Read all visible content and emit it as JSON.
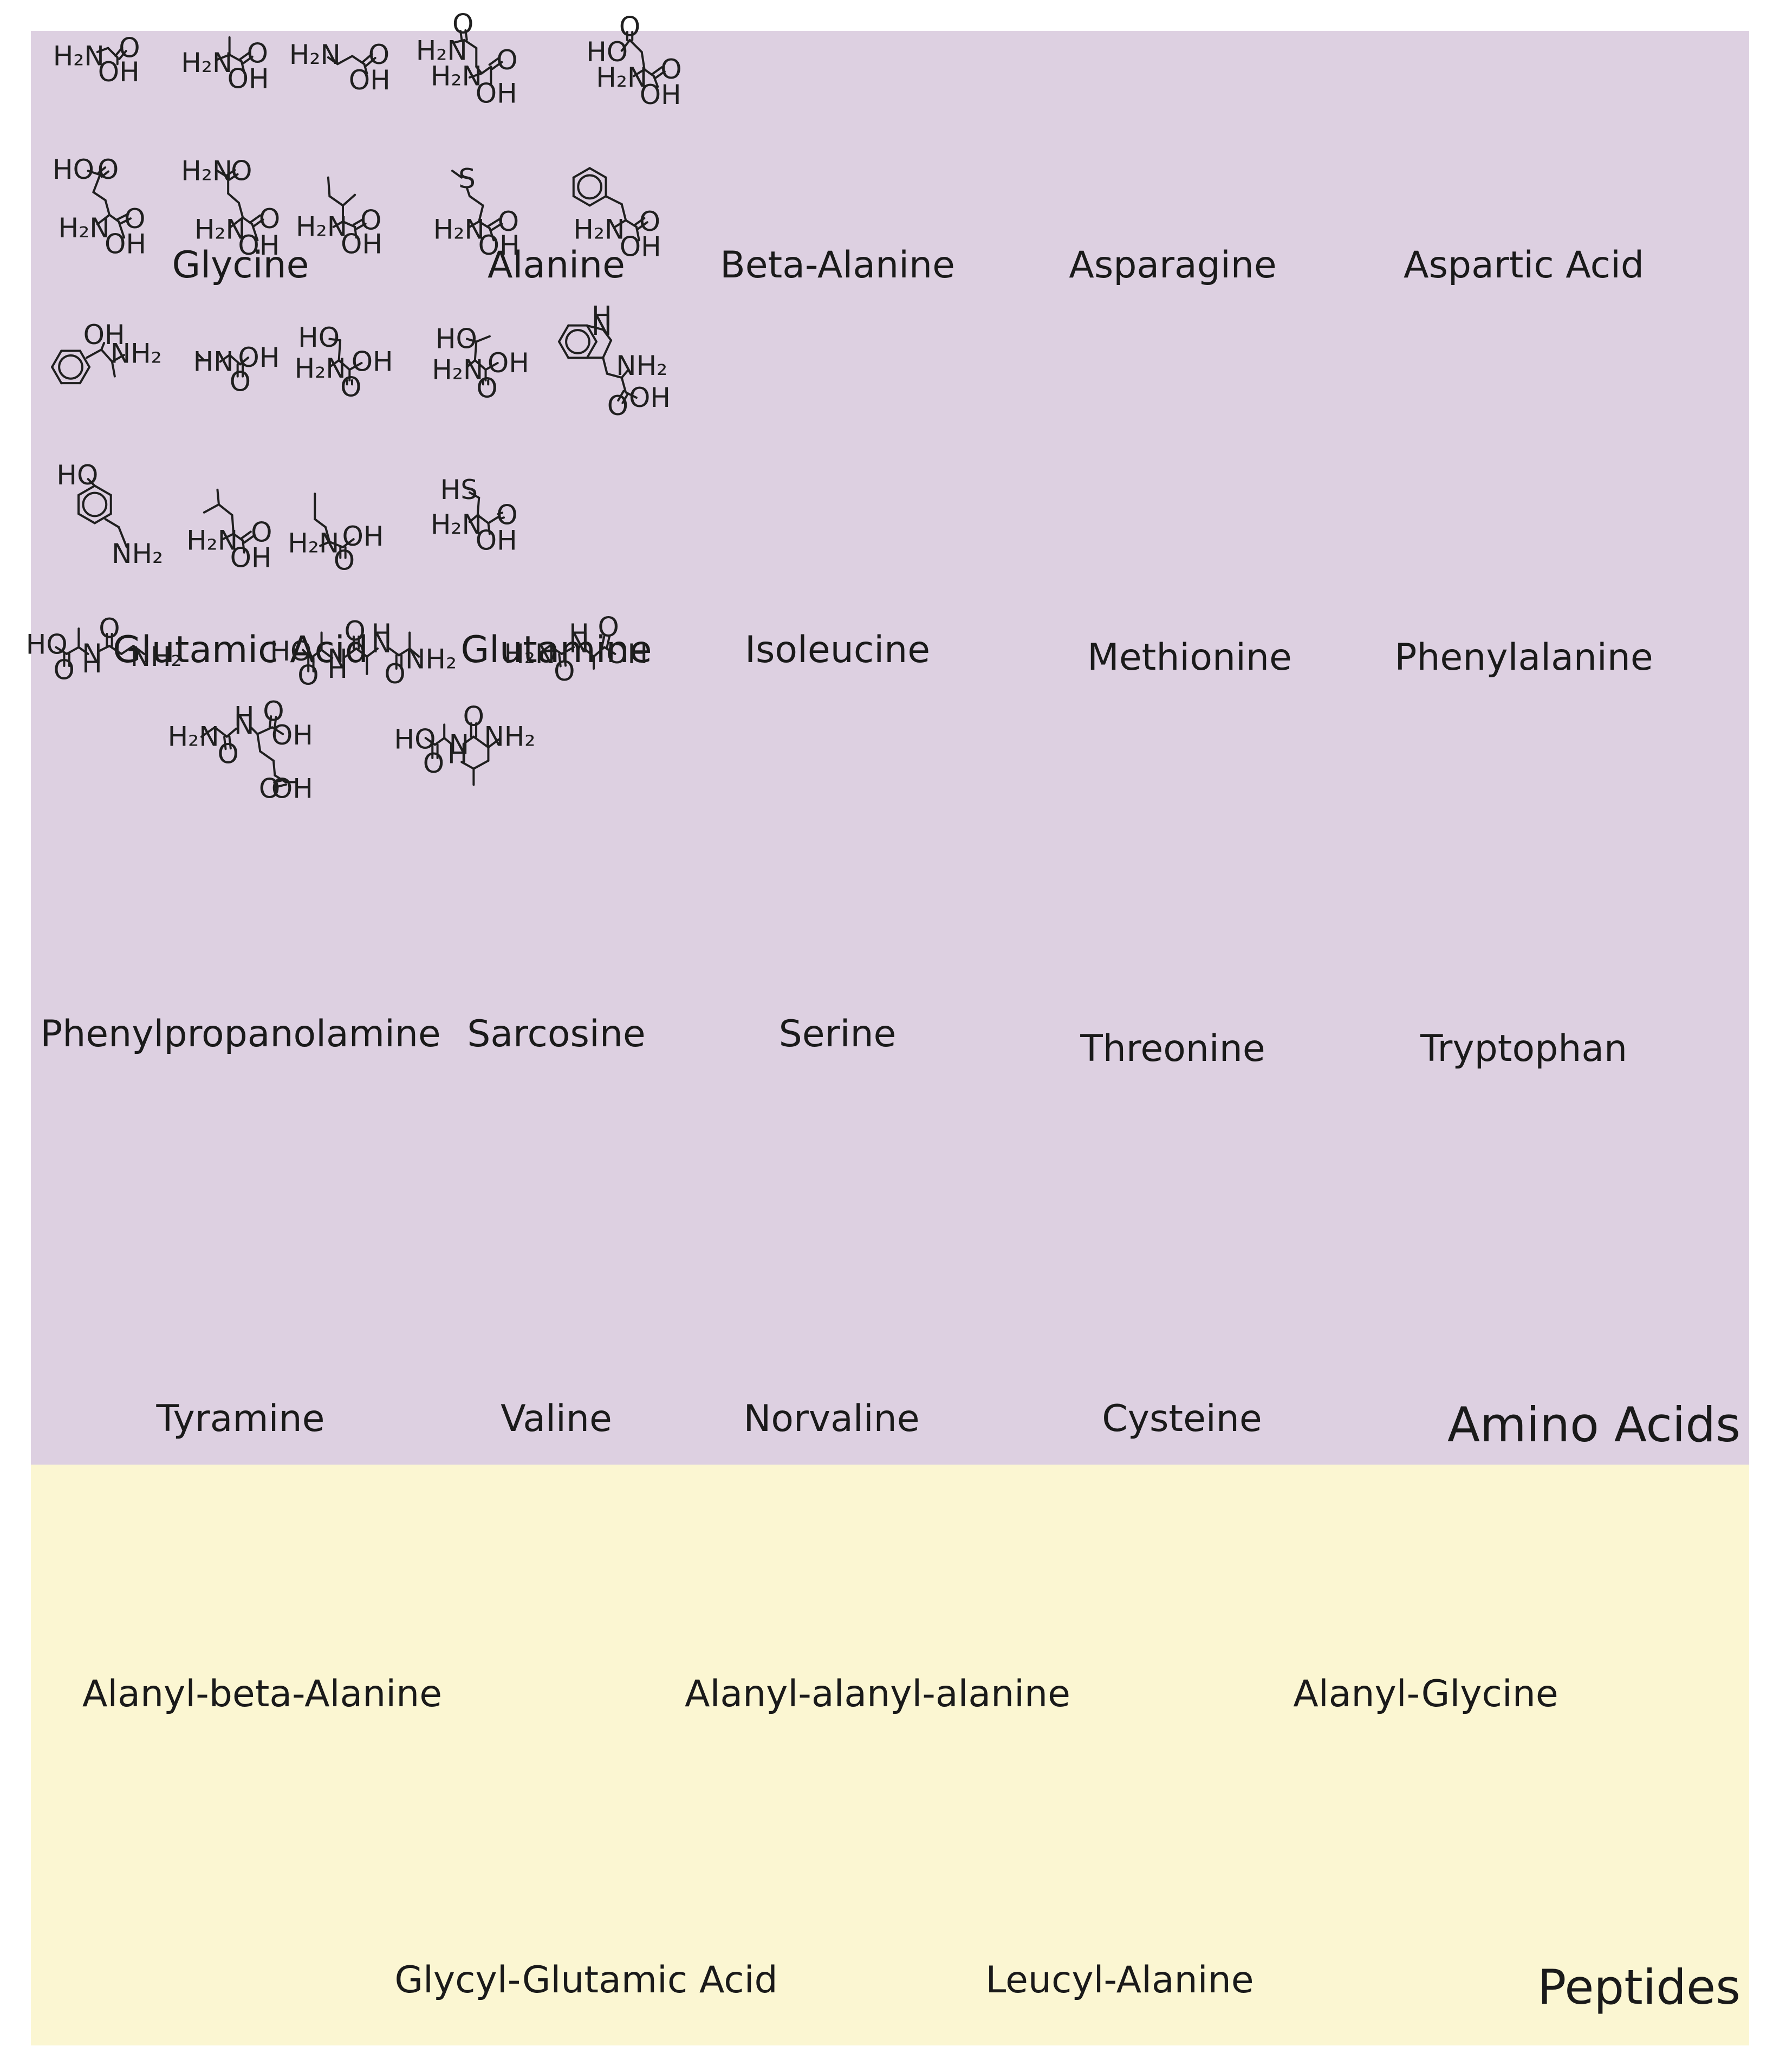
{
  "colors": {
    "amino_panel": "#ddd0e1",
    "peptide_panel": "#fbf6d2",
    "ink": "#1f1f1f"
  },
  "sections": {
    "amino_acids": "Amino Acids",
    "peptides": "Peptides"
  },
  "amino_acids": [
    {
      "id": "glycine",
      "name": "Glycine"
    },
    {
      "id": "alanine",
      "name": "Alanine"
    },
    {
      "id": "beta-alanine",
      "name": "Beta-Alanine"
    },
    {
      "id": "asparagine",
      "name": "Asparagine"
    },
    {
      "id": "aspartic-acid",
      "name": "Aspartic Acid"
    },
    {
      "id": "glutamic-acid",
      "name": "Glutamic Acid"
    },
    {
      "id": "glutamine",
      "name": "Glutamine"
    },
    {
      "id": "isoleucine",
      "name": "Isoleucine"
    },
    {
      "id": "methionine",
      "name": "Methionine"
    },
    {
      "id": "phenylalanine",
      "name": "Phenylalanine"
    },
    {
      "id": "phenylpropanolamine",
      "name": "Phenylpropanolamine"
    },
    {
      "id": "sarcosine",
      "name": "Sarcosine"
    },
    {
      "id": "serine",
      "name": "Serine"
    },
    {
      "id": "threonine",
      "name": "Threonine"
    },
    {
      "id": "tryptophan",
      "name": "Tryptophan"
    },
    {
      "id": "tyramine",
      "name": "Tyramine"
    },
    {
      "id": "valine",
      "name": "Valine"
    },
    {
      "id": "norvaline",
      "name": "Norvaline"
    },
    {
      "id": "cysteine",
      "name": "Cysteine"
    }
  ],
  "peptides": [
    {
      "id": "alanyl-beta-alanine",
      "name": "Alanyl-beta-Alanine"
    },
    {
      "id": "alanyl-alanyl-alanine",
      "name": "Alanyl-alanyl-alanine"
    },
    {
      "id": "alanyl-glycine",
      "name": "Alanyl-Glycine"
    },
    {
      "id": "glycyl-glutamic-acid",
      "name": "Glycyl-Glutamic Acid"
    },
    {
      "id": "leucyl-alanine",
      "name": "Leucyl-Alanine"
    }
  ],
  "atom_labels": {
    "H2N": "H₂N",
    "NH2": "NH₂",
    "OH": "OH",
    "HO": "HO",
    "O": "O",
    "S": "S",
    "HS": "HS",
    "HN": "HN",
    "N": "N",
    "H": "H"
  }
}
